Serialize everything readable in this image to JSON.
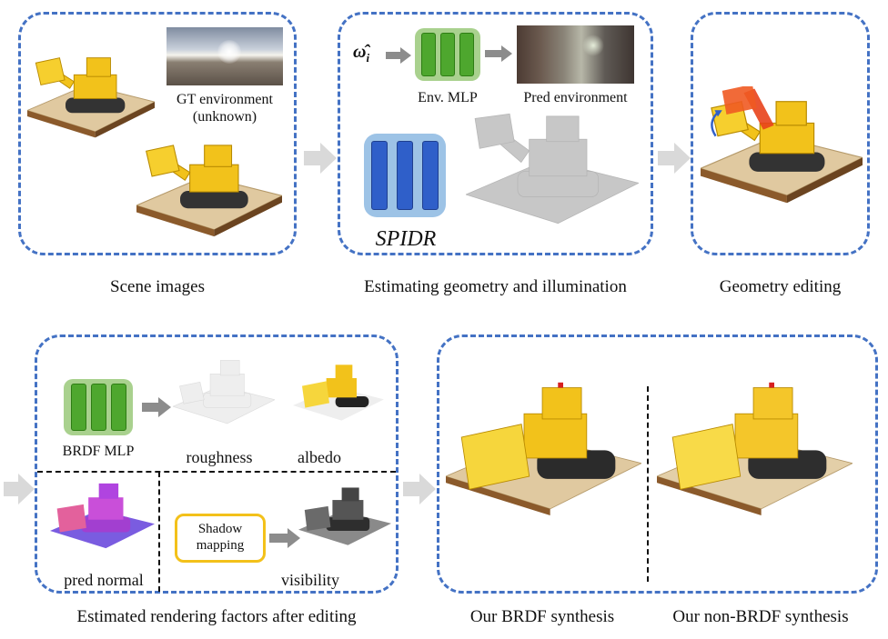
{
  "panels": {
    "scene": {
      "caption": "Scene images",
      "gt_env_line1": "GT environment",
      "gt_env_line2": "(unknown)"
    },
    "estimate": {
      "caption": "Estimating geometry and illumination",
      "omega_symbol": "ω̂",
      "omega_sub": "i",
      "env_mlp_label": "Env. MLP",
      "pred_env_label": "Pred environment",
      "spidr_label": "SPIDR"
    },
    "edit": {
      "caption": "Geometry editing"
    },
    "factors": {
      "caption": "Estimated rendering factors after editing",
      "brdf_mlp_label": "BRDF MLP",
      "roughness_label": "roughness",
      "albedo_label": "albedo",
      "pred_normal_label": "pred normal",
      "shadow_line1": "Shadow",
      "shadow_line2": "mapping",
      "visibility_label": "visibility"
    },
    "synthesis": {
      "brdf_caption": "Our BRDF synthesis",
      "nonbrdf_caption": "Our non-BRDF synthesis"
    }
  },
  "colors": {
    "panel_border": "#4472c4",
    "mlp_green": "#a9d18e",
    "mlp_blue": "#9dc3e6",
    "shadow_box": "#f3c11a",
    "arrow_gray": "#d9d9d9"
  }
}
